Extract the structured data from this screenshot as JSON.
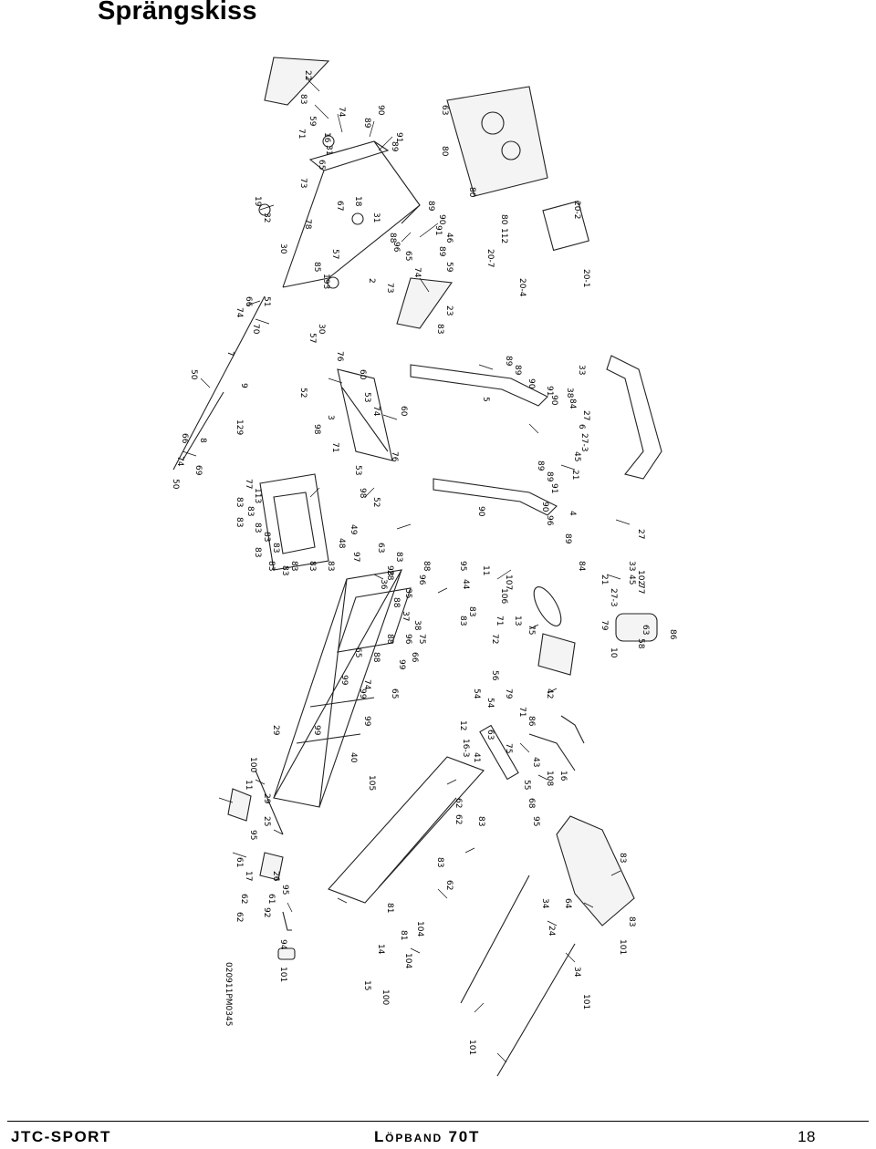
{
  "document": {
    "title": "Sprängskiss",
    "footer": {
      "brand": "JTC-SPORT",
      "product": "Löpband 70T",
      "page": "18"
    },
    "drawing_ref": "020911PM0345"
  },
  "callouts": [
    "22",
    "83",
    "74",
    "59",
    "71",
    "16",
    "31",
    "65",
    "73",
    "90",
    "89",
    "91",
    "89",
    "19",
    "32",
    "30",
    "67",
    "78",
    "18",
    "57",
    "85",
    "193",
    "2",
    "73",
    "31",
    "88",
    "96",
    "65",
    "74",
    "89",
    "90",
    "91",
    "46",
    "89",
    "59",
    "30",
    "57",
    "51",
    "66",
    "74",
    "70",
    "7",
    "50",
    "9",
    "8",
    "66",
    "74",
    "69",
    "50",
    "129",
    "76",
    "60",
    "53",
    "52",
    "3",
    "98",
    "71",
    "74",
    "60",
    "76",
    "53",
    "98",
    "52",
    "63",
    "80",
    "80",
    "80",
    "112",
    "20-2",
    "20-1",
    "20-7",
    "20-4",
    "23",
    "83",
    "33",
    "38",
    "89",
    "89",
    "90",
    "5",
    "91",
    "90",
    "84",
    "27",
    "6",
    "27-3",
    "45",
    "21",
    "89",
    "89",
    "91",
    "90",
    "96",
    "4",
    "89",
    "90",
    "84",
    "27",
    "45",
    "21",
    "27-3",
    "33",
    "102",
    "77",
    "79",
    "63",
    "86",
    "58",
    "10",
    "77",
    "113",
    "83",
    "83",
    "83",
    "83",
    "83",
    "83",
    "83",
    "83",
    "83",
    "83",
    "83",
    "83",
    "49",
    "48",
    "97",
    "63",
    "83",
    "28",
    "88",
    "96",
    "98",
    "35",
    "36",
    "88",
    "37",
    "38",
    "96",
    "88",
    "75",
    "66",
    "88",
    "65",
    "99",
    "74",
    "99",
    "65",
    "99",
    "99",
    "99",
    "40",
    "105",
    "95",
    "44",
    "11",
    "107",
    "106",
    "83",
    "83",
    "13",
    "72",
    "71",
    "75",
    "56",
    "54",
    "54",
    "79",
    "12",
    "16-3",
    "75",
    "71",
    "86",
    "63",
    "41",
    "42",
    "43",
    "108",
    "16",
    "55",
    "68",
    "95",
    "29",
    "100",
    "11",
    "29",
    "25",
    "95",
    "61",
    "17",
    "62",
    "62",
    "62",
    "62",
    "83",
    "83",
    "62",
    "104",
    "81",
    "81",
    "104",
    "14",
    "15",
    "100",
    "26",
    "95",
    "61",
    "92",
    "94",
    "101",
    "34",
    "24",
    "64",
    "83",
    "83",
    "101",
    "34",
    "101",
    "101"
  ]
}
